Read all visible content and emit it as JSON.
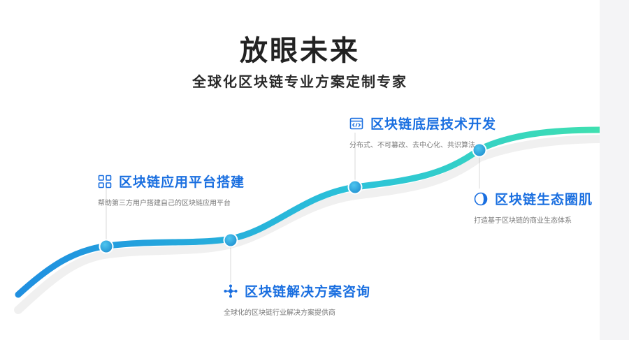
{
  "header": {
    "title": "放眼未来",
    "subtitle": "全球化区块链专业方案定制专家"
  },
  "features": [
    {
      "icon": "grid-apps-icon",
      "title": "区块链应用平台搭建",
      "desc": "帮助第三方用户搭建自己的区块链应用平台"
    },
    {
      "icon": "network-nodes-icon",
      "title": "区块链解决方案咨询",
      "desc": "全球化的区块链行业解决方案提供商"
    },
    {
      "icon": "code-window-icon",
      "title": "区块链底层技术开发",
      "desc": "分布式、不可篡改、去中心化、共识算法"
    },
    {
      "icon": "ecosystem-globe-icon",
      "title": "区块链生态圈肌",
      "desc": "打造基于区块链的商业生态体系"
    }
  ],
  "colors": {
    "curve_start": "#1f8fe0",
    "curve_end": "#3fe0b0",
    "node": "#2aa6dc",
    "title_blue": "#1a6fe0"
  }
}
